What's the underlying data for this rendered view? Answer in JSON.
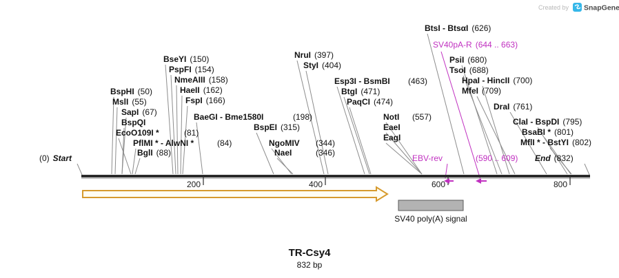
{
  "watermark": {
    "created_by": "Created by",
    "brand": "SnapGene"
  },
  "title": {
    "name": "TR-Csy4",
    "length": "832 bp"
  },
  "ruler": {
    "start_pos": "(0)",
    "start_label": "Start",
    "end_label": "End",
    "end_pos": "(832)",
    "ticks": [
      "200",
      "400",
      "600",
      "800"
    ]
  },
  "enzymes": [
    {
      "name": "BspHI",
      "pos": "(50)"
    },
    {
      "name": "MslI",
      "pos": "(55)"
    },
    {
      "name": "SapI",
      "pos": "(67)"
    },
    {
      "name": "BspQI",
      "pos": ""
    },
    {
      "name": "EcoO109I *",
      "pos": "(81)"
    },
    {
      "name": "PflMI * - AlwNI *",
      "pos": "(84)"
    },
    {
      "name": "BglI",
      "pos": "(88)"
    },
    {
      "name": "BseYI",
      "pos": "(150)"
    },
    {
      "name": "PspFI",
      "pos": "(154)"
    },
    {
      "name": "NmeAIII",
      "pos": "(158)"
    },
    {
      "name": "HaeII",
      "pos": "(162)"
    },
    {
      "name": "FspI",
      "pos": "(166)"
    },
    {
      "name": "BaeGI - Bme1580I",
      "pos": "(198)"
    },
    {
      "name": "BspEI",
      "pos": "(315)"
    },
    {
      "name": "NgoMIV",
      "pos": "(344)"
    },
    {
      "name": "NaeI",
      "pos": "(346)"
    },
    {
      "name": "NruI",
      "pos": "(397)"
    },
    {
      "name": "StyI",
      "pos": "(404)"
    },
    {
      "name": "Esp3I - BsmBI",
      "pos": "(463)"
    },
    {
      "name": "BtgI",
      "pos": "(471)"
    },
    {
      "name": "PaqCI",
      "pos": "(474)"
    },
    {
      "name": "NotI",
      "pos": "(557)"
    },
    {
      "name": "EaeI",
      "pos": ""
    },
    {
      "name": "EagI",
      "pos": ""
    },
    {
      "name": "BtsI - BtsαI",
      "pos": "(626)"
    },
    {
      "name": "PsiI",
      "pos": "(680)"
    },
    {
      "name": "TsoI",
      "pos": "(688)"
    },
    {
      "name": "HpaI - HincII",
      "pos": "(700)"
    },
    {
      "name": "MfeI",
      "pos": "(709)"
    },
    {
      "name": "DraI",
      "pos": "(761)"
    },
    {
      "name": "ClaI - BspDI",
      "pos": "(795)"
    },
    {
      "name": "BsaBI *",
      "pos": "(801)"
    },
    {
      "name": "MflI * - BstYI",
      "pos": "(802)"
    }
  ],
  "primers": [
    {
      "name": "SV40pA-R",
      "range": "(644 .. 663)"
    },
    {
      "name": "EBV-rev",
      "range": "(590 .. 609)"
    }
  ],
  "features": [
    {
      "label": "SV40 poly(A) signal"
    }
  ],
  "colors": {
    "primer": "#c030c0",
    "leader": "#8c8c8c",
    "ruler": "#2b2b2b",
    "arrow_outline": "#d69a2d",
    "polya_box_fill": "#b3b3b3"
  }
}
